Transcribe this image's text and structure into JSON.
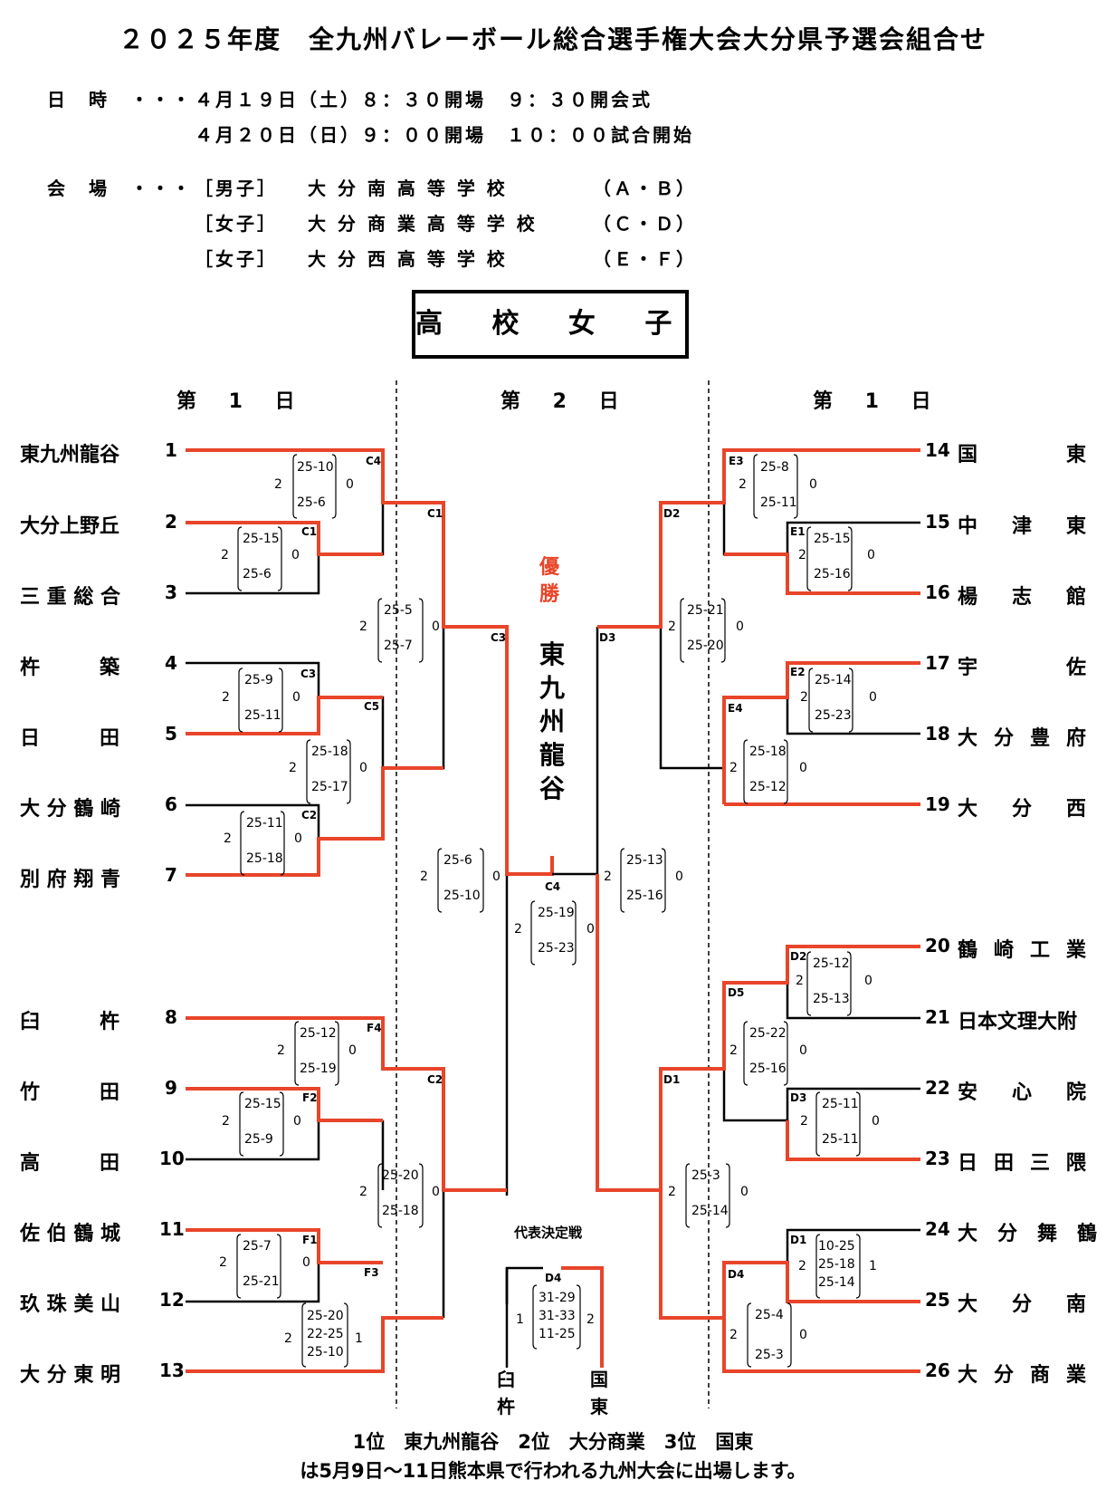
{
  "title": "２０２５年度　全九州バレーボール総合選手権大会大分県予選会組合せ",
  "schedule": {
    "label": "日　時　・・・",
    "line1": "４月１９日（土）８：３０開場　９：３０開会式",
    "line2": "４月２０日（日）９：００開場　１０：００試合開始"
  },
  "venue": {
    "label": "会　場　・・・",
    "rows": [
      {
        "category": "［男子］",
        "name": "大 分 南 高 等 学 校",
        "courts": "（Ａ・Ｂ）"
      },
      {
        "category": "［女子］",
        "name": "大 分 商 業 高 等 学 校",
        "courts": "（Ｃ・Ｄ）"
      },
      {
        "category": "［女子］",
        "name": "大 分 西 高 等 学 校",
        "courts": "（Ｅ・Ｆ）"
      }
    ]
  },
  "division": "高 校 女 子",
  "days": {
    "left": "第 1 日",
    "center": "第 2 日",
    "right": "第 1 日"
  },
  "teams_left": [
    {
      "name": "東九州龍谷",
      "no": "1"
    },
    {
      "name": "大分上野丘",
      "no": "2"
    },
    {
      "name": "三 重 総 合",
      "no": "3"
    },
    {
      "name": "杵　　　築",
      "no": "4"
    },
    {
      "name": "日　　　田",
      "no": "5"
    },
    {
      "name": "大 分 鶴 崎",
      "no": "6"
    },
    {
      "name": "別 府 翔 青",
      "no": "7"
    },
    {
      "name": "臼　　　杵",
      "no": "8"
    },
    {
      "name": "竹　　　田",
      "no": "9"
    },
    {
      "name": "高　　　田",
      "no": "10"
    },
    {
      "name": "佐 伯 鶴 城",
      "no": "11"
    },
    {
      "name": "玖 珠 美 山",
      "no": "12"
    },
    {
      "name": "大 分 東 明",
      "no": "13"
    }
  ],
  "teams_right": [
    {
      "name": "国　　　東",
      "no": "14"
    },
    {
      "name": "中　津　東",
      "no": "15"
    },
    {
      "name": "楊　志　館",
      "no": "16"
    },
    {
      "name": "宇　　　佐",
      "no": "17"
    },
    {
      "name": "大 分 豊 府",
      "no": "18"
    },
    {
      "name": "大　分　西",
      "no": "19"
    },
    {
      "name": "鶴 崎 工 業",
      "no": "20"
    },
    {
      "name": "日本文理大附",
      "no": "21"
    },
    {
      "name": "安　心　院",
      "no": "22"
    },
    {
      "name": "日 田 三 隈",
      "no": "23"
    },
    {
      "name": "大　分　舞　鶴",
      "no": "24"
    },
    {
      "name": "大　分　南",
      "no": "25"
    },
    {
      "name": "大 分 商 業",
      "no": "26"
    }
  ],
  "champion_label": "優勝",
  "champion": "東九州龍谷",
  "playoff_label": "代表決定戦",
  "playoff_left": "臼杵",
  "playoff_right": "国東",
  "footer": {
    "line1": "1位　東九州龍谷　2位　大分商業　3位　国東",
    "line2": "は5月9日～11日熊本県で行われる九州大会に出場します。"
  },
  "matches": [
    {
      "court": "C4",
      "top": "25-10",
      "bottom": "25-6",
      "w": "2",
      "l": "0"
    },
    {
      "court": "C1",
      "top": "25-15",
      "bottom": "25-6",
      "w": "2",
      "l": "0"
    },
    {
      "court": "",
      "top": "25-5",
      "bottom": "25-7",
      "w": "2",
      "l": "0"
    },
    {
      "court": "C3",
      "top": "25-9",
      "bottom": "25-11",
      "w": "2",
      "l": "0"
    },
    {
      "court": "C5",
      "top": "25-18",
      "bottom": "25-17",
      "w": "2",
      "l": "0"
    },
    {
      "court": "C2",
      "top": "25-11",
      "bottom": "25-18",
      "w": "2",
      "l": "0"
    },
    {
      "court": "C4",
      "top": "25-6",
      "bottom": "25-10",
      "w": "2",
      "l": "0"
    },
    {
      "court": "F4",
      "top": "25-12",
      "bottom": "25-19",
      "w": "2",
      "l": "0"
    },
    {
      "court": "F2",
      "top": "25-15",
      "bottom": "25-9",
      "w": "2",
      "l": "0"
    },
    {
      "court": "",
      "top": "25-20",
      "bottom": "25-18",
      "w": "2",
      "l": "0"
    },
    {
      "court": "F1",
      "top": "25-7",
      "bottom": "25-21",
      "w": "2",
      "l": "0"
    },
    {
      "court": "F3",
      "top": "25-20",
      "middle": "22-25",
      "bottom": "25-10",
      "w": "2",
      "l": "1"
    },
    {
      "court": "",
      "top": "25-19",
      "bottom": "25-23",
      "w": "2",
      "l": "0"
    },
    {
      "court": "E3",
      "top": "25-8",
      "bottom": "25-11",
      "w": "2",
      "l": "0"
    },
    {
      "court": "E1",
      "top": "25-15",
      "bottom": "25-16",
      "w": "2",
      "l": "0"
    },
    {
      "court": "D3",
      "top": "25-21",
      "bottom": "25-20",
      "w": "2",
      "l": "0"
    },
    {
      "court": "E2",
      "top": "25-14",
      "bottom": "25-23",
      "w": "2",
      "l": "0"
    },
    {
      "court": "E4",
      "top": "25-18",
      "bottom": "25-12",
      "w": "2",
      "l": "0"
    },
    {
      "court": "",
      "top": "25-13",
      "bottom": "25-16",
      "w": "2",
      "l": "0"
    },
    {
      "court": "D2",
      "top": "25-12",
      "bottom": "25-13",
      "w": "2",
      "l": "0"
    },
    {
      "court": "D5",
      "top": "25-22",
      "bottom": "25-16",
      "w": "2",
      "l": "0"
    },
    {
      "court": "D3",
      "top": "25-11",
      "bottom": "25-11",
      "w": "2",
      "l": "0"
    },
    {
      "court": "",
      "top": "25-3",
      "bottom": "25-14",
      "w": "2",
      "l": "0"
    },
    {
      "court": "D1",
      "top": "10-25",
      "middle": "25-18",
      "bottom": "25-14",
      "w": "2",
      "l": "1"
    },
    {
      "court": "D4",
      "top": "25-4",
      "bottom": "25-3",
      "w": "2",
      "l": "0"
    },
    {
      "court": "D4",
      "top": "31-29",
      "middle": "31-33",
      "bottom": "11-25",
      "w": "2",
      "l": "1"
    }
  ],
  "extra_court_labels": [
    "C1",
    "C3",
    "C2",
    "D2",
    "D3",
    "D1",
    "C4"
  ],
  "colors": {
    "win": "#e8452a",
    "line": "#000000"
  }
}
